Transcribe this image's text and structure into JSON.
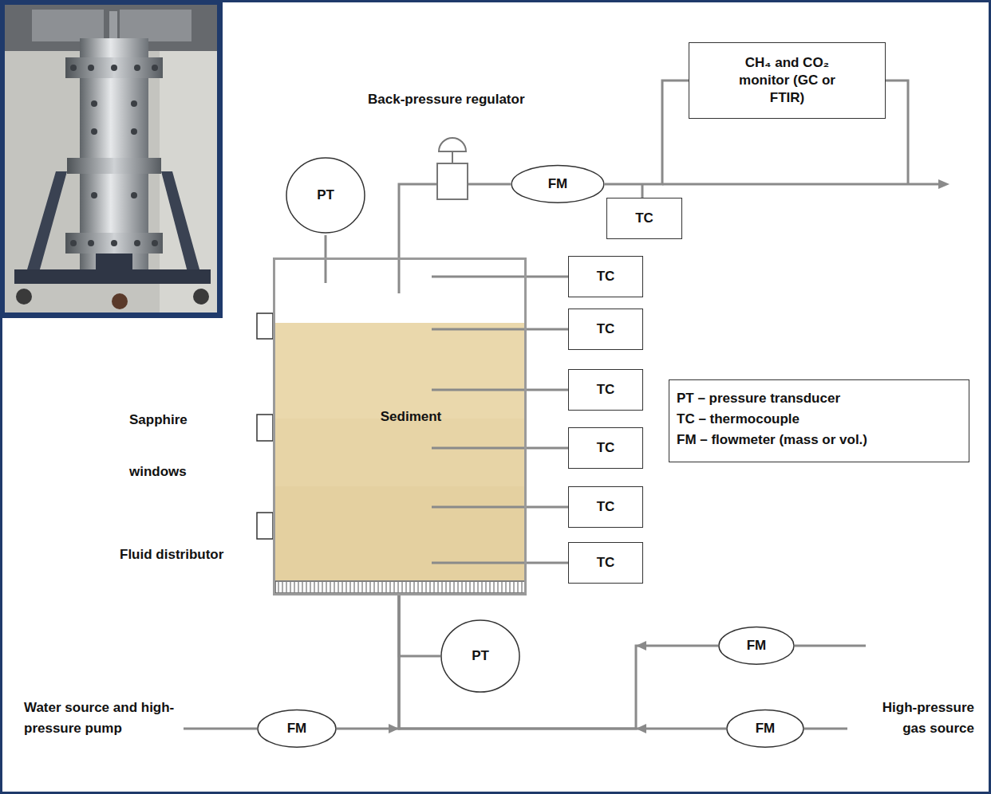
{
  "diagram": {
    "nodes": [
      {
        "text": [
          "CH₄ and CO₂ monitor (GC or FTIR)"
        ]
      },
      {
        "text": [
          "PT"
        ]
      },
      {
        "text": [
          "FM"
        ]
      },
      {
        "text": [
          "TC"
        ]
      },
      {
        "text": [
          "Sediment"
        ]
      },
      {
        "text": [
          "TC"
        ]
      },
      {
        "text": [
          "TC"
        ]
      },
      {
        "text": [
          "TC"
        ]
      },
      {
        "text": [
          "TC"
        ]
      },
      {
        "text": [
          "TC"
        ]
      },
      {
        "text": [
          "TC"
        ]
      },
      {
        "text": [
          "PT"
        ]
      },
      {
        "text": [
          "FM"
        ]
      },
      {
        "text": [
          "FM"
        ]
      },
      {
        "text": [
          "FM"
        ]
      }
    ],
    "edges": [
      {
        "from": 4,
        "to": 2,
        "arrow": "none"
      },
      {
        "from": 2,
        "to": 0,
        "arrow": "none"
      },
      {
        "from": 1,
        "to": 4,
        "arrow": "none"
      },
      {
        "from": 4,
        "to": 5,
        "arrow": "none"
      },
      {
        "from": 4,
        "to": 6,
        "arrow": "none"
      },
      {
        "from": 4,
        "to": 7,
        "arrow": "none"
      },
      {
        "from": 4,
        "to": 8,
        "arrow": "none"
      },
      {
        "from": 4,
        "to": 9,
        "arrow": "none"
      },
      {
        "from": 4,
        "to": 10,
        "arrow": "none"
      },
      {
        "from": 11,
        "to": 4,
        "arrow": "none"
      },
      {
        "from": 13,
        "to": 4,
        "arrow": "to"
      },
      {
        "from": 12,
        "to": 4,
        "arrow": "to"
      },
      {
        "from": 14,
        "to": 4,
        "arrow": "to"
      }
    ],
    "labels": [
      "Back-pressure regulator",
      "Sapphire windows",
      "Fluid distributor",
      "Water source and high-pressure pump",
      "High-pressure gas source"
    ],
    "legend": [
      {
        "text": "PT – pressure transducer"
      },
      {
        "text": "TC – thermocouple"
      },
      {
        "text": "FM – flowmeter (mass or vol.)"
      }
    ]
  }
}
